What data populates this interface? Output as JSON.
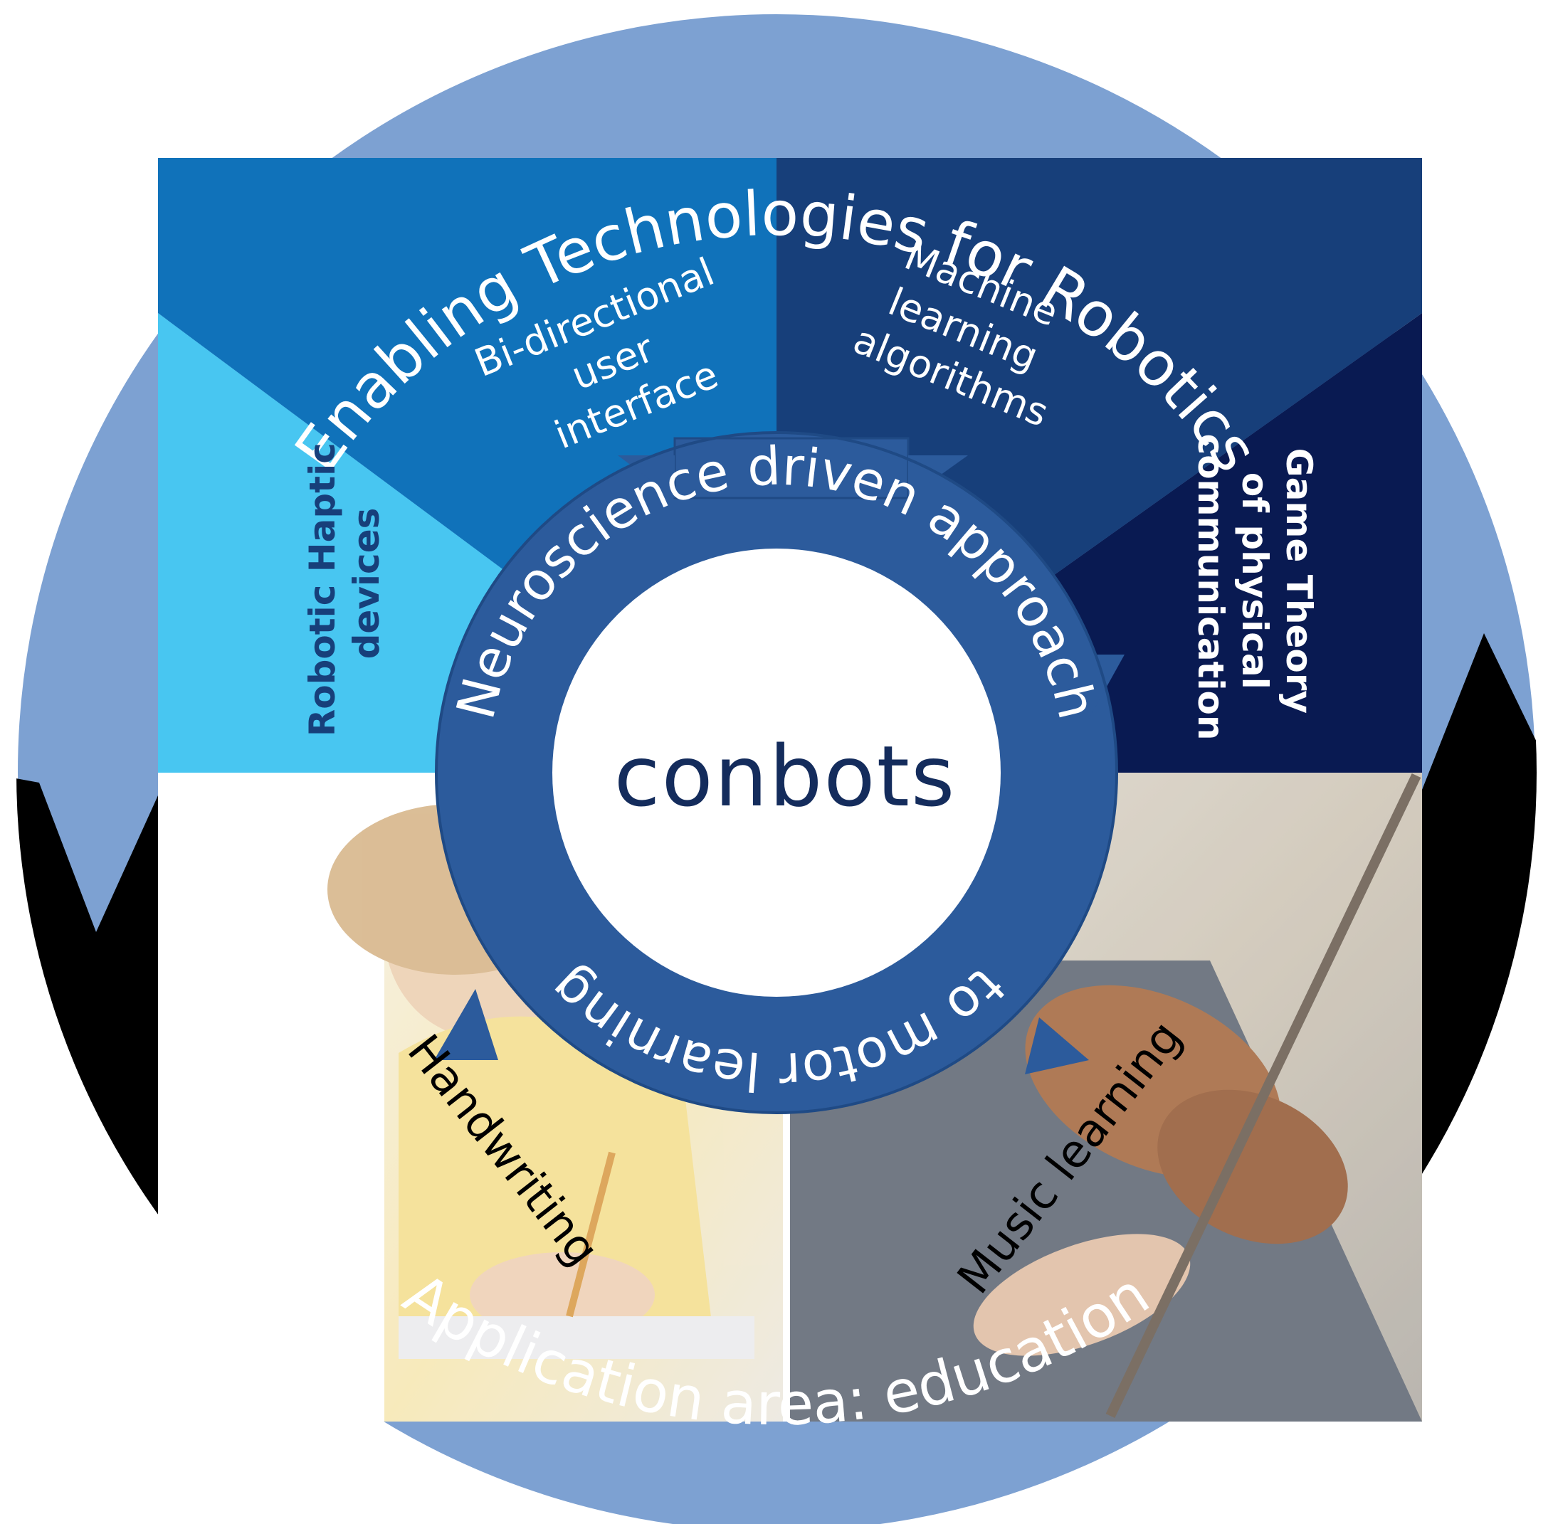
{
  "outer_ring": {
    "top_label": "Enabling Technologies for Robotics",
    "bottom_label": "Application area: education"
  },
  "technologies": {
    "haptic": [
      "Robotic Haptic",
      "devices"
    ],
    "interface": [
      "Bi-directional",
      "user",
      "interface"
    ],
    "machine_learning": [
      "Machine",
      "learning",
      "algorithms"
    ],
    "game_theory": [
      "Game Theory",
      "of physical",
      "communication"
    ]
  },
  "applications": {
    "left": "Handwriting",
    "right": "Music learning"
  },
  "center": {
    "ring_top": "Neuroscience driven approach",
    "ring_bottom": "to motor learning",
    "logo": "conbots"
  },
  "colors": {
    "outer_light_blue": "#7da1d2",
    "application_black": "#000000",
    "haptic_cyan": "#48c6f1",
    "interface_blue": "#1072ba",
    "ml_navy": "#173f7a",
    "game_dark_navy": "#091a52",
    "center_ring_blue": "#2c5b9c",
    "logo_navy": "#142c5c"
  }
}
